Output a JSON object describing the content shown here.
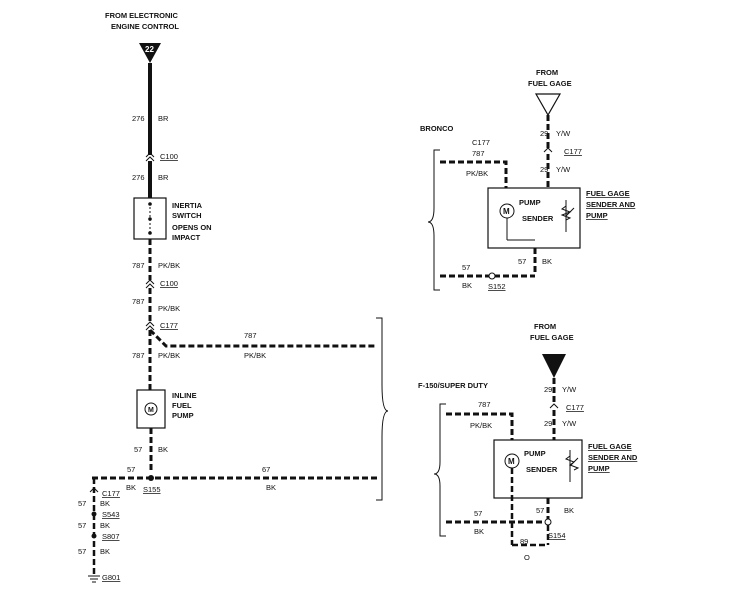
{
  "left": {
    "source_line1": "FROM ELECTRONIC",
    "source_line2": "ENGINE CONTROL",
    "connector_pin": "22",
    "w276_a": "276",
    "br_a": "BR",
    "c100_a": "C100",
    "w276_b": "276",
    "br_b": "BR",
    "inertia_1": "INERTIA",
    "inertia_2": "SWITCH",
    "opens_1": "OPENS ON",
    "opens_2": "IMPACT",
    "w787_a": "787",
    "pkbk_a": "PK/BK",
    "c100_b": "C100",
    "w787_b": "787",
    "pkbk_b": "PK/BK",
    "c177": "C177",
    "w787_h": "787",
    "w787_c": "787",
    "pkbk_c": "PK/BK",
    "pkbk_h": "PK/BK",
    "inline_1": "INLINE",
    "inline_2": "FUEL",
    "inline_3": "PUMP",
    "motor": "M",
    "w57_v": "57",
    "bk_v": "BK",
    "w57_h1": "57",
    "w67_h": "67",
    "bk_h1": "BK",
    "s155": "S155",
    "bk_h2": "BK",
    "g_57a": "57",
    "g_bka": "BK",
    "g_c177": "C177",
    "g_s543": "S543",
    "g_57b": "57",
    "g_bkb": "BK",
    "g_s807": "S807",
    "g_57c": "57",
    "g_bkc": "BK",
    "g_g801": "G801"
  },
  "bronco": {
    "label": "BRONCO",
    "from_1": "FROM",
    "from_2": "FUEL GAGE",
    "w29": "29",
    "yw_a": "Y/W",
    "c177_a": "C177",
    "c177_b": "C177",
    "w29_b": "29",
    "yw_b": "Y/W",
    "w787": "787",
    "pkbk": "PK/BK",
    "pump": "PUMP",
    "sender": "SENDER",
    "motor": "M",
    "title_1": "FUEL GAGE",
    "title_2": "SENDER AND",
    "title_3": "PUMP",
    "w57_a": "57",
    "w57_b": "57",
    "bk_a": "BK",
    "bk_b": "BK",
    "s152": "S152"
  },
  "f150": {
    "label": "F-150/SUPER DUTY",
    "from_1": "FROM",
    "from_2": "FUEL GAGE",
    "w29": "29",
    "yw_a": "Y/W",
    "c177": "C177",
    "w29_b": "29",
    "yw_b": "Y/W",
    "w787": "787",
    "pkbk": "PK/BK",
    "pump": "PUMP",
    "sender": "SENDER",
    "motor": "M",
    "title_1": "FUEL GAGE",
    "title_2": "SENDER AND",
    "title_3": "PUMP",
    "w57_a": "57",
    "w57_b": "57",
    "bk_a": "BK",
    "bk_b": "BK",
    "w89": "89",
    "s154": "S154",
    "ground": "O"
  }
}
